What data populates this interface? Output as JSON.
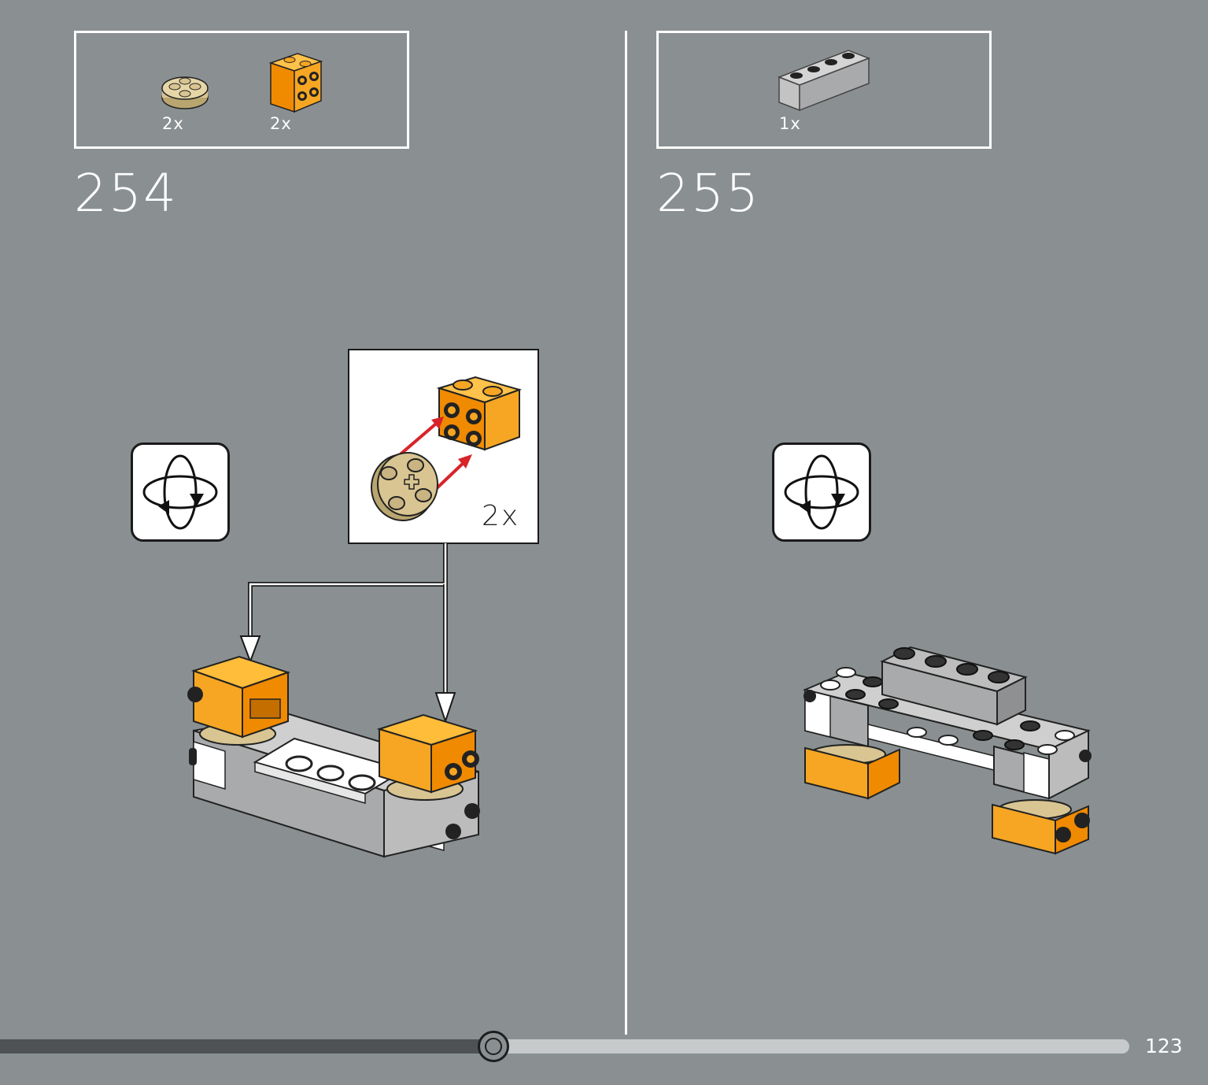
{
  "steps": [
    {
      "number": "254",
      "parts": [
        {
          "name": "round plate 2x2 with axle hole",
          "color": "#d9c592",
          "qty": "2x"
        },
        {
          "name": "brick 1x2 with studs on side",
          "color": "#f6a623",
          "qty": "2x"
        }
      ],
      "callout": {
        "qty": "2x"
      }
    },
    {
      "number": "255",
      "parts": [
        {
          "name": "brick 1x4",
          "color": "#a9aaab",
          "qty": "1x"
        }
      ]
    }
  ],
  "page": {
    "number": "123",
    "progress": 0.437
  },
  "colors": {
    "background": "#8a9092",
    "orange": "#f6a623",
    "tan": "#d9c592",
    "white": "#ffffff",
    "light_gray": "#a9aaab"
  }
}
